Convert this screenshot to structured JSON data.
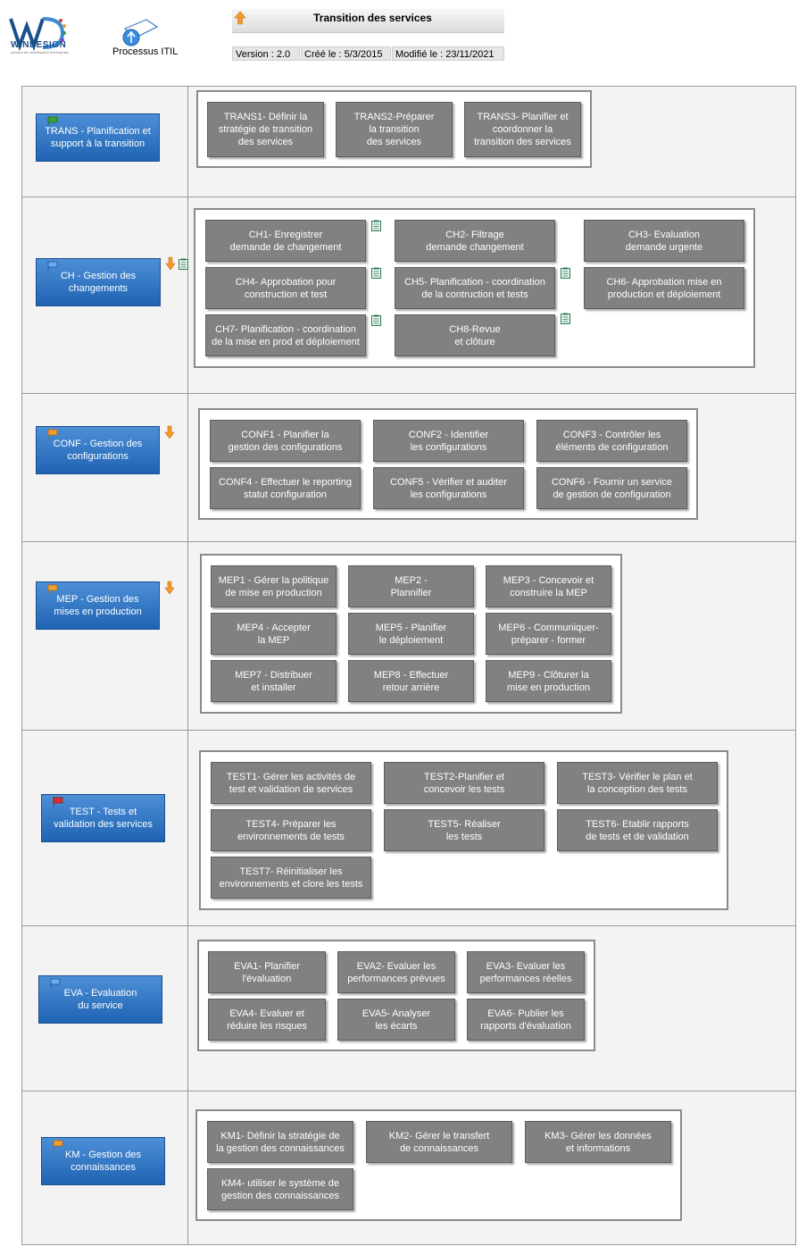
{
  "header": {
    "logo_text": "WINDESIGN",
    "logo_subtitle": "solution de modélisation d'entreprise",
    "process_label": "Processus ITIL",
    "title": "Transition des services",
    "version": "Version : 2.0",
    "created": "Créé le : 5/3/2015",
    "modified": "Modifié le : 23/11/2021"
  },
  "colors": {
    "lane_blue": "#2e73c4",
    "activity_gray": "#818181",
    "flag_green": "#3aa13a",
    "flag_blue": "#2f6fc2",
    "flag_orange": "#f0a030",
    "flag_red": "#d93030",
    "arrow_orange": "#f39a2a"
  },
  "lanes": [
    {
      "label": "TRANS - Planification et\nsupport à la transition",
      "flag_color": "green",
      "activities": [
        "TRANS1- Définir la\nstratégie de transition\ndes services",
        "TRANS2-Préparer\nla transition\ndes services",
        "TRANS3- Planifier et\ncoordonner la\ntransition des services"
      ]
    },
    {
      "label": "CH - Gestion des\nchangements",
      "flag_color": "blue",
      "activities": [
        "CH1- Enregistrer\ndemande de changement",
        "CH2- Filtrage\ndemande changement",
        "CH3- Evaluation\ndemande urgente",
        "CH4- Approbation pour\nconstruction et test",
        "CH5- Planification - coordination\nde la contruction et tests",
        "CH6- Approbation mise en\nproduction et déploiement",
        "CH7- Planification - coordination\nde la mise en prod et déploiement",
        "CH8-Revue\net clôture"
      ]
    },
    {
      "label": "CONF - Gestion des\nconfigurations",
      "flag_color": "orange",
      "activities": [
        "CONF1 - Planifier la\ngestion des configurations",
        "CONF2 - Identifier\nles configurations",
        "CONF3 - Contrôler les\néléments de configuration",
        "CONF4 - Effectuer le reporting\nstatut configuration",
        "CONF5 - Vérifier et auditer\nles configurations",
        "CONF6 - Fournir un service\nde gestion de configuration"
      ]
    },
    {
      "label": "MEP - Gestion des\nmises en production",
      "flag_color": "orange",
      "activities": [
        "MEP1 - Gérer la politique\nde mise en production",
        "MEP2 -\nPlannifier",
        "MEP3 - Concevoir et\nconstruire la MEP",
        "MEP4 - Accepter\nla MEP",
        "MEP5 - Planifier\nle déploiement",
        "MEP6 - Communiquer-\npréparer - former",
        "MEP7 - Distribuer\net installer",
        "MEP8 - Effectuer\nretour arrière",
        "MEP9 - Clôturer la\nmise en production"
      ]
    },
    {
      "label": "TEST - Tests et\nvalidation des services",
      "flag_color": "red",
      "activities": [
        "TEST1- Gérer les activités de\ntest et validation de services",
        "TEST2-Planifier et\nconcevoir les tests",
        "TEST3- Vérifier le plan et\nla conception des tests",
        "TEST4- Préparer les\nenvironnements de tests",
        "TEST5- Réaliser\nles tests",
        "TEST6- Etablir rapports\nde tests et de validation",
        "TEST7- Réinitialiser les\nenvironnements et clore les tests"
      ]
    },
    {
      "label": "EVA - Evaluation\ndu service",
      "flag_color": "blue",
      "activities": [
        "EVA1- Planifier\nl'évaluation",
        "EVA2- Evaluer les\nperformances prévues",
        "EVA3- Evaluer les\nperformances réelles",
        "EVA4- Evaluer et\nréduire les risques",
        "EVA5- Analyser\nles écarts",
        "EVA6- Publier les\nrapports d'évaluation"
      ]
    },
    {
      "label": "KM - Gestion des\nconnaissances",
      "flag_color": "orange",
      "activities": [
        "KM1- Définir la stratégie de\nla gestion des connaissances",
        "KM2- Gérer le transfert\nde connaissances",
        "KM3- Gérer les données\net informations",
        "KM4- utiliser le système de\ngestion des connaissances"
      ]
    }
  ]
}
